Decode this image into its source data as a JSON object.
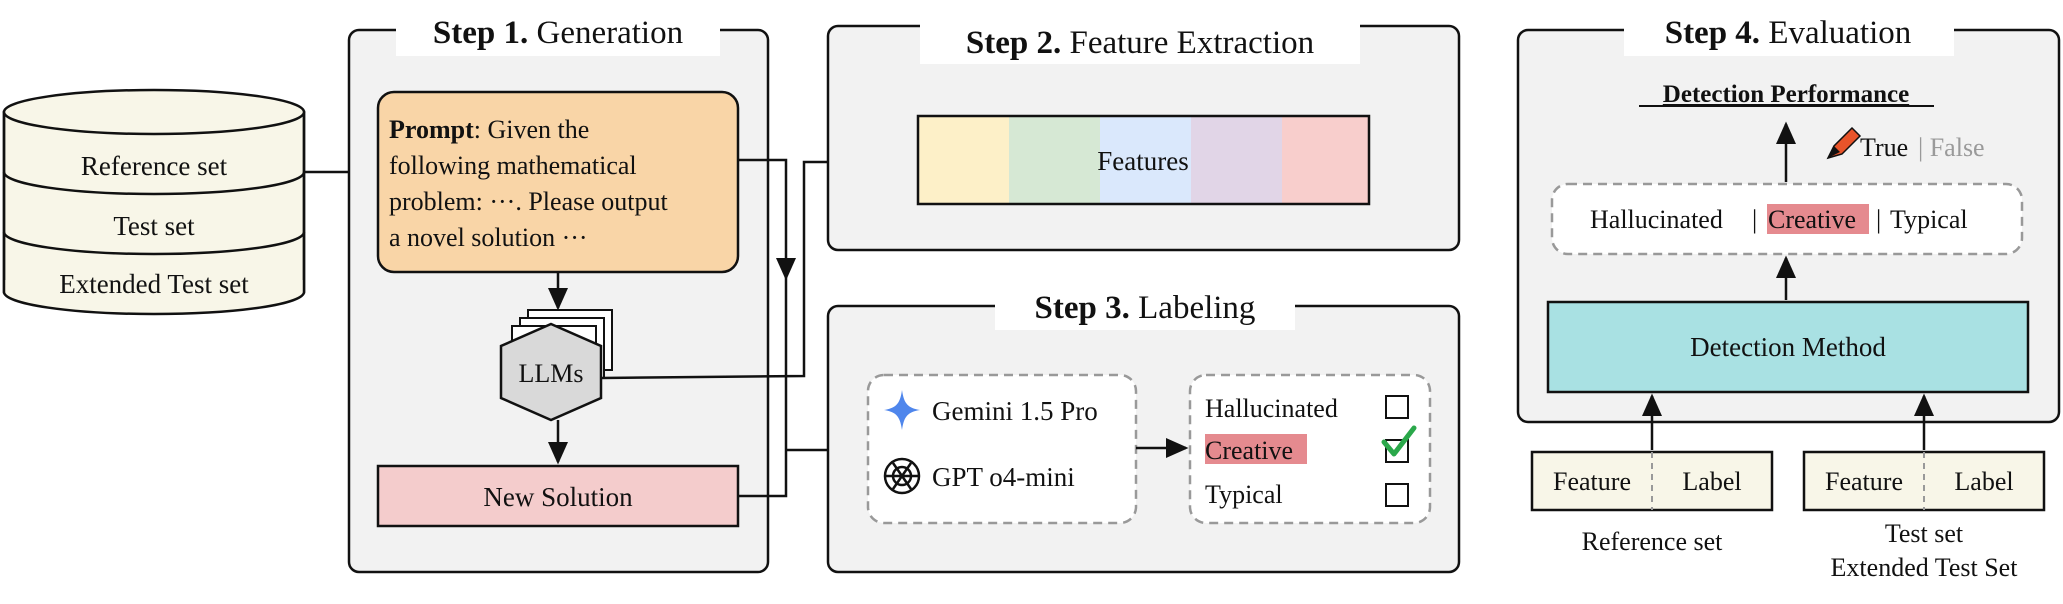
{
  "datasets": {
    "items": [
      "Reference set",
      "Test set",
      "Extended Test set"
    ]
  },
  "step1": {
    "step_label": "Step 1.",
    "title": "Generation",
    "prompt_label": "Prompt",
    "prompt_lines": [
      ": Given the",
      "following mathematical",
      "problem: ···. Please output",
      "a novel solution ···"
    ],
    "llm_label": "LLMs",
    "new_solution_label": "New Solution"
  },
  "step2": {
    "step_label": "Step 2.",
    "title": "Feature Extraction",
    "features_label": "Features",
    "feature_colors": [
      "#fdf0c8",
      "#d6e8d4",
      "#dae8fc",
      "#e1d5e7",
      "#f8cecc"
    ]
  },
  "step3": {
    "step_label": "Step 3.",
    "title": "Labeling",
    "models": [
      "Gemini 1.5 Pro",
      "GPT o4-mini"
    ],
    "labels": [
      "Hallucinated",
      "Creative",
      "Typical"
    ],
    "checked_label": "Creative"
  },
  "step4": {
    "step_label": "Step 4.",
    "title": "Evaluation",
    "performance_title": "Detection Performance",
    "true_label": "True",
    "separator": "|",
    "false_label": "False",
    "classes": [
      "Hallucinated",
      "Creative",
      "Typical"
    ],
    "method_label": "Detection Method",
    "feature_label": "Feature",
    "label_label": "Label",
    "reference_caption": "Reference set",
    "test_caption_lines": [
      "Test set",
      "Extended Test Set"
    ]
  },
  "colors": {
    "panel_bg": "#f2f2f2",
    "prompt_fill": "#f9d5a7",
    "new_solution_fill": "#f4cccc",
    "dataset_fill": "#f8f6e8",
    "detection_fill": "#a9e1e3",
    "creative_highlight": "#e58a8f",
    "check_green": "#2aa84a"
  }
}
